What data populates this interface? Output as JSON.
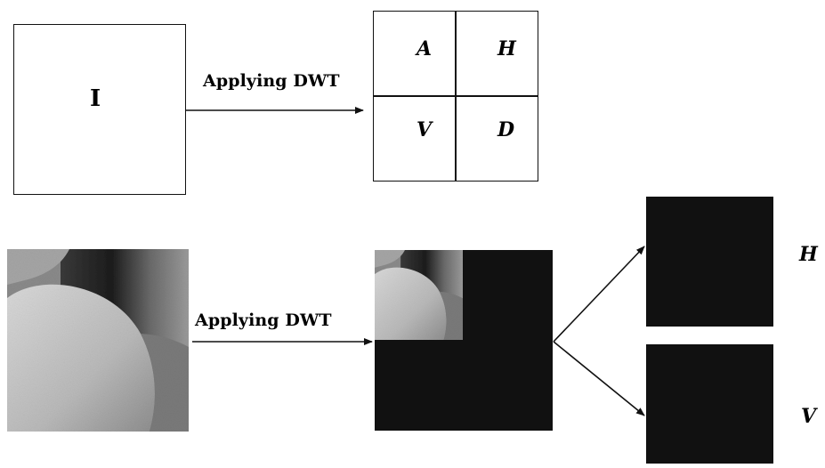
{
  "top": {
    "input_label": "I",
    "caption": "Applying DWT",
    "subbands": {
      "a": "A",
      "h": "H",
      "v": "V",
      "d": "D"
    }
  },
  "bottom": {
    "caption": "Applying DWT",
    "output_labels": {
      "h": "H",
      "v": "V"
    }
  },
  "colors": {
    "dark_panel": "#111111",
    "line": "#111111"
  }
}
